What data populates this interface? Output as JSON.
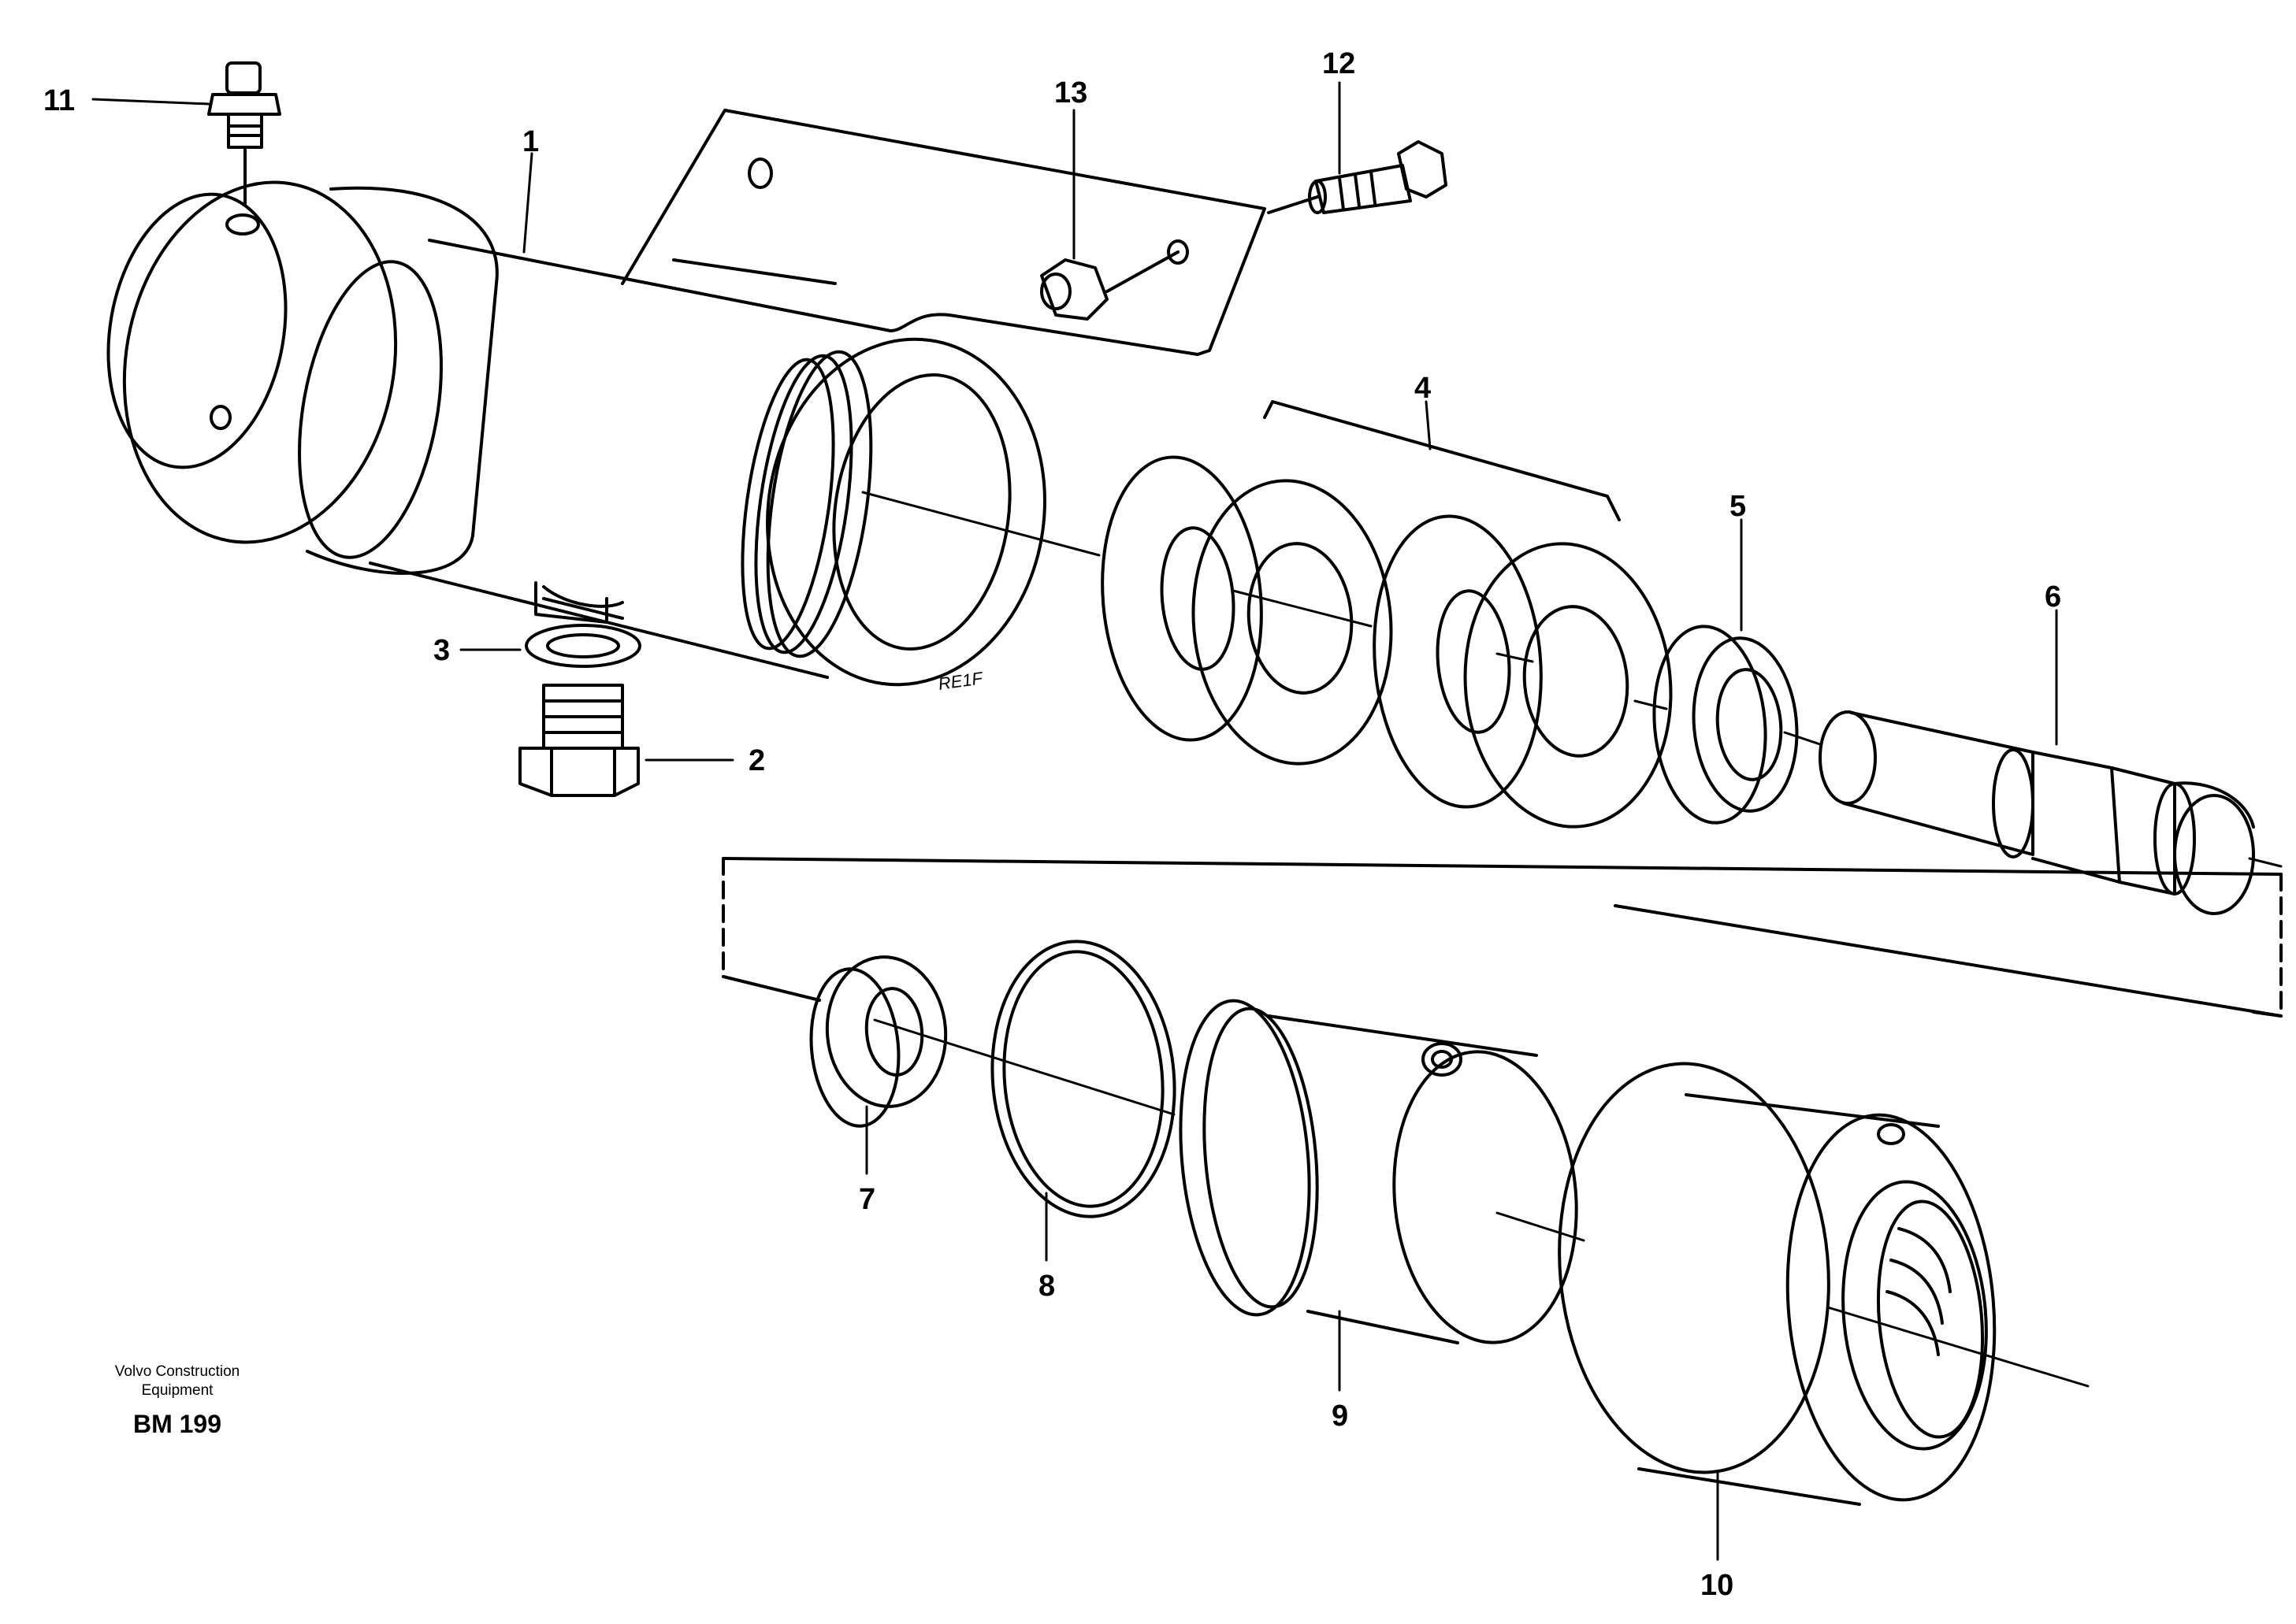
{
  "callouts": [
    "1",
    "2",
    "3",
    "4",
    "5",
    "6",
    "7",
    "8",
    "9",
    "10",
    "11",
    "12",
    "13"
  ],
  "engraving": "RE1F",
  "footer": {
    "maker_line1": "Volvo Construction",
    "maker_line2": "Equipment",
    "code": "BM 199"
  }
}
